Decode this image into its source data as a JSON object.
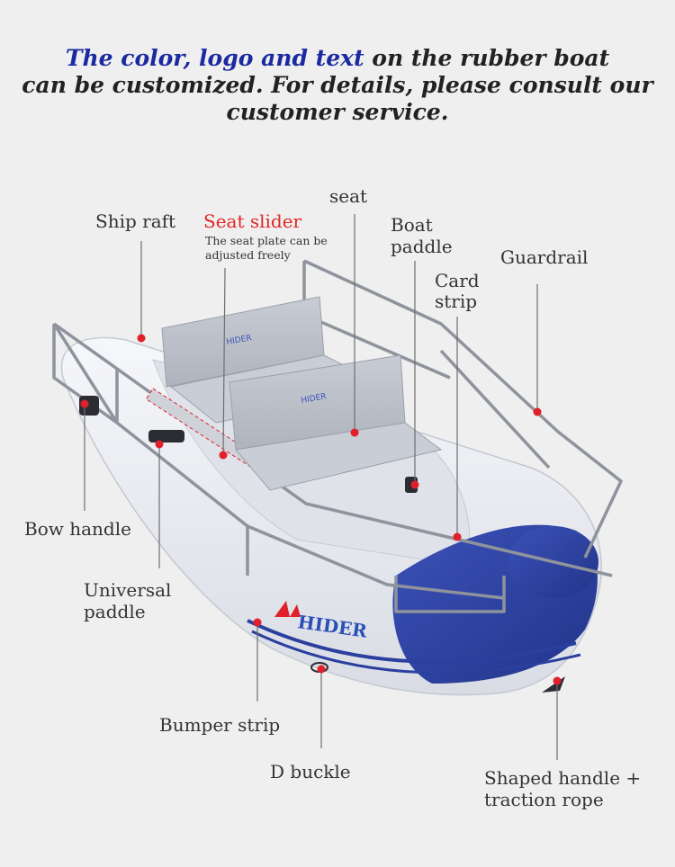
{
  "headline": {
    "highlight": "The color, logo and text",
    "line1_rest": " on the rubber boat",
    "line2": "can be customized. For details, please consult our",
    "line3": "customer service."
  },
  "brand": "HIDER",
  "seat_brand": "HIDER",
  "labels": {
    "ship_raft": "Ship raft",
    "seat_slider": "Seat slider",
    "seat_slider_note_1": "The seat plate can be",
    "seat_slider_note_2": "adjusted freely",
    "seat": "seat",
    "boat_paddle_1": "Boat",
    "boat_paddle_2": "paddle",
    "guardrail": "Guardrail",
    "card_strip_1": "Card",
    "card_strip_2": "strip",
    "bow_handle": "Bow handle",
    "universal_paddle_1": "Universal",
    "universal_paddle_2": "paddle",
    "bumper_strip": "Bumper strip",
    "d_buckle": "D buckle",
    "shaped_handle_1": "Shaped handle +",
    "shaped_handle_2": "traction rope"
  },
  "colors": {
    "highlight": "#1b2aa0",
    "marker": "#e0202a",
    "hull_blue": "#2a3f9e"
  }
}
